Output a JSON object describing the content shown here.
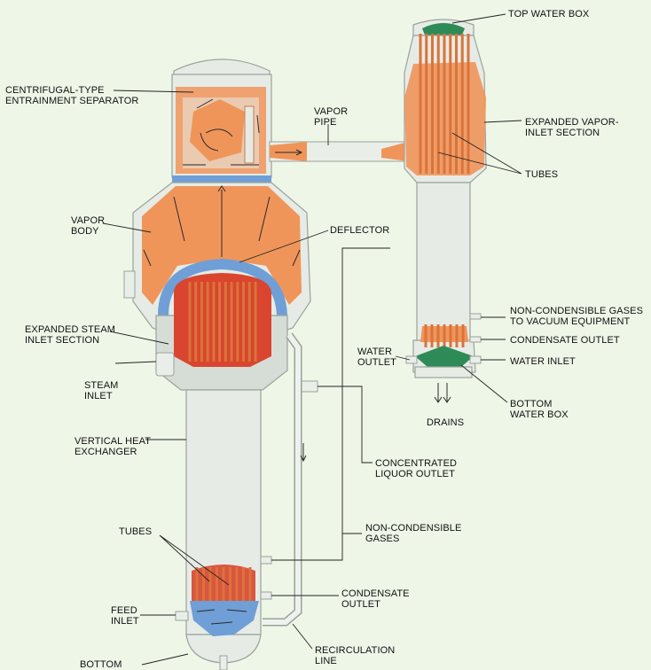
{
  "colors": {
    "background": "#eef6e8",
    "vessel": "#e6ebe6",
    "vapor": "#f0955a",
    "steam": "#d9452e",
    "liquor": "#6f9fd6",
    "water_box": "#2e8b57"
  },
  "labels": {
    "top_water_box": "TOP WATER BOX",
    "separator": "CENTRIFUGAL-TYPE\nENTRAINMENT SEPARATOR",
    "vapor_pipe": "VAPOR\nPIPE",
    "expanded_vapor_inlet": "EXPANDED VAPOR-\nINLET SECTION",
    "tubes_condenser": "TUBES",
    "vapor_body": "VAPOR\nBODY",
    "deflector": "DEFLECTOR",
    "non_condensible_vacuum": "NON-CONDENSIBLE GASES\nTO VACUUM EQUIPMENT",
    "condensate_outlet_top": "CONDENSATE OUTLET",
    "expanded_steam_inlet": "EXPANDED STEAM\nINLET SECTION",
    "water_outlet": "WATER\nOUTLET",
    "water_inlet": "WATER INLET",
    "bottom_water_box": "BOTTOM\nWATER BOX",
    "steam_inlet": "STEAM\nINLET",
    "drains": "DRAINS",
    "vertical_heat_exchanger": "VERTICAL HEAT\nEXCHANGER",
    "concentrated_liquor_outlet": "CONCENTRATED\nLIQUOR OUTLET",
    "non_condensible_gases": "NON-CONDENSIBLE\nGASES",
    "tubes_exchanger": "TUBES",
    "condensate_outlet": "CONDENSATE\nOUTLET",
    "feed_inlet": "FEED\nINLET",
    "recirculation_line": "RECIRCULATION\nLINE",
    "bottom": "BOTTOM"
  }
}
